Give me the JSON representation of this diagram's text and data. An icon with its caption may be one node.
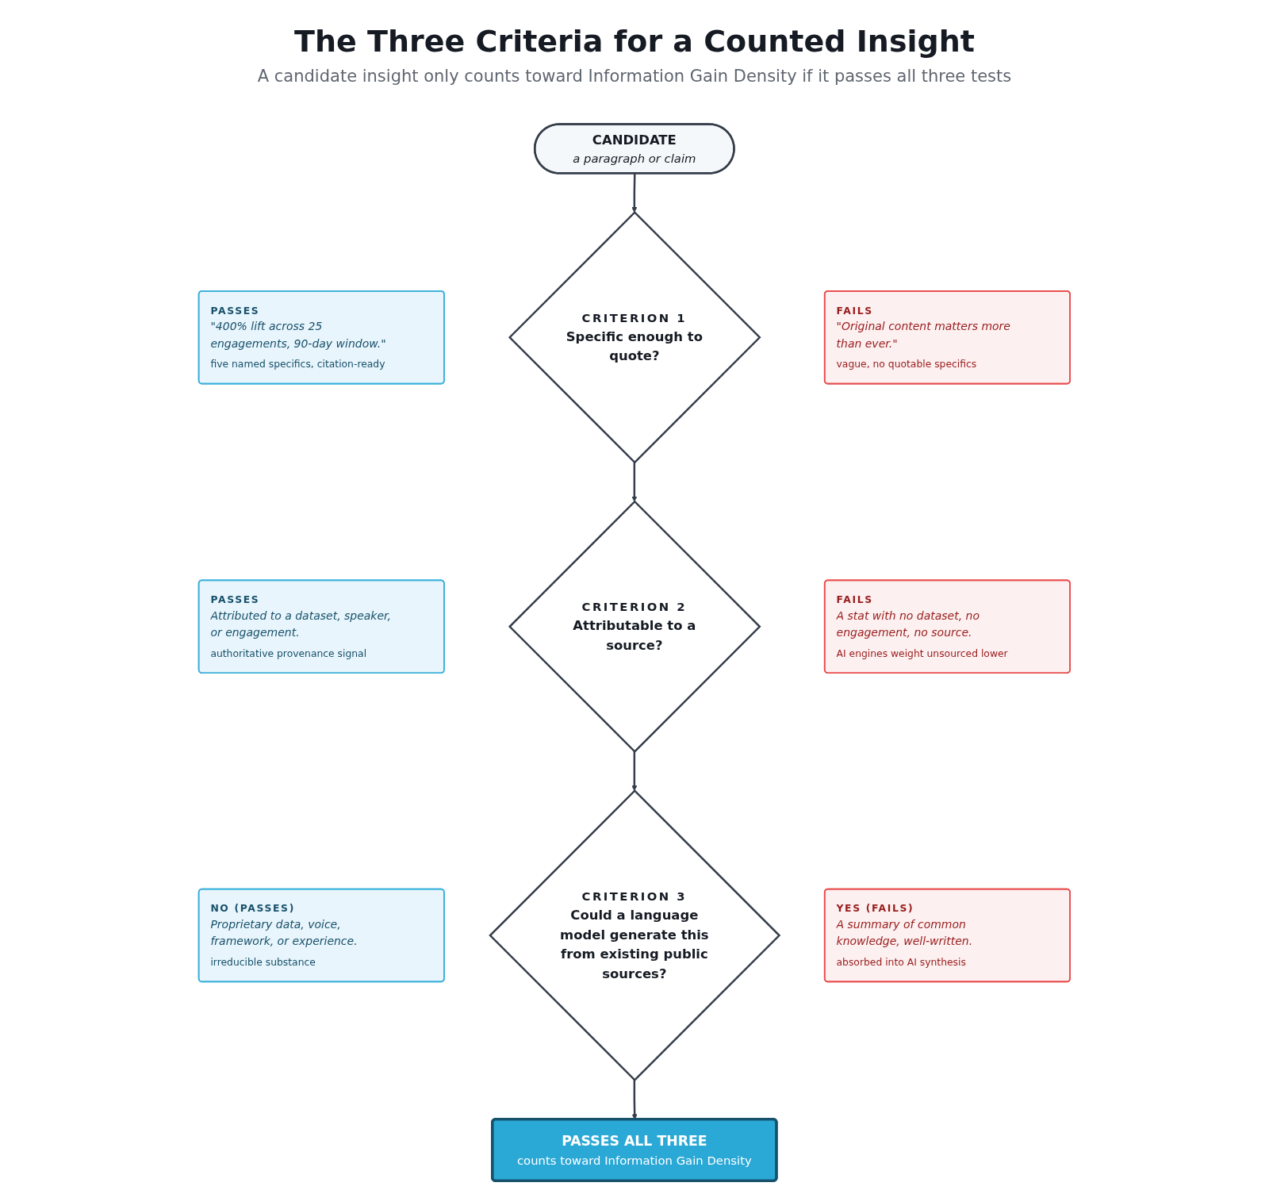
{
  "diagram": {
    "title": "The Three Criteria for a Counted Insight",
    "nodes": [
      {
        "text": [
          "CANDIDATE",
          "a paragraph or claim"
        ]
      },
      {
        "text": [
          "PASSES",
          "\"400% lift across 25 engagements, 90-day window.\"",
          "five named specifics, citation-ready"
        ]
      },
      {
        "text": [
          "CRITERION 1",
          "Specific enough to quote?"
        ]
      },
      {
        "text": [
          "FAILS",
          "\"Original content matters more than ever.\"",
          "vague, no quotable specifics"
        ]
      },
      {
        "text": [
          "PASSES",
          "Attributed to a dataset, speaker, or engagement.",
          "authoritative provenance signal"
        ]
      },
      {
        "text": [
          "CRITERION 2",
          "Attributable to a source?"
        ]
      },
      {
        "text": [
          "FAILS",
          "A stat with no dataset, no engagement, no source.",
          "AI engines weight unsourced lower"
        ]
      },
      {
        "text": [
          "NO (PASSES)",
          "Proprietary data, voice, framework, or experience.",
          "irreducible substance"
        ]
      },
      {
        "text": [
          "CRITERION 3",
          "Could a language model generate this from existing public sources?"
        ]
      },
      {
        "text": [
          "YES (FAILS)",
          "A summary of common knowledge, well-written.",
          "absorbed into AI synthesis"
        ]
      },
      {
        "text": [
          "PASSES ALL THREE",
          "counts toward Information Gain Density"
        ]
      }
    ],
    "edges": [
      {
        "from": 0,
        "to": 2,
        "arrow": "to"
      },
      {
        "from": 2,
        "to": 5,
        "arrow": "to"
      },
      {
        "from": 5,
        "to": 8,
        "arrow": "to"
      },
      {
        "from": 8,
        "to": 10,
        "arrow": "to"
      }
    ],
    "labels": [
      "A candidate insight only counts toward Information Gain Density if it passes all three tests"
    ]
  }
}
